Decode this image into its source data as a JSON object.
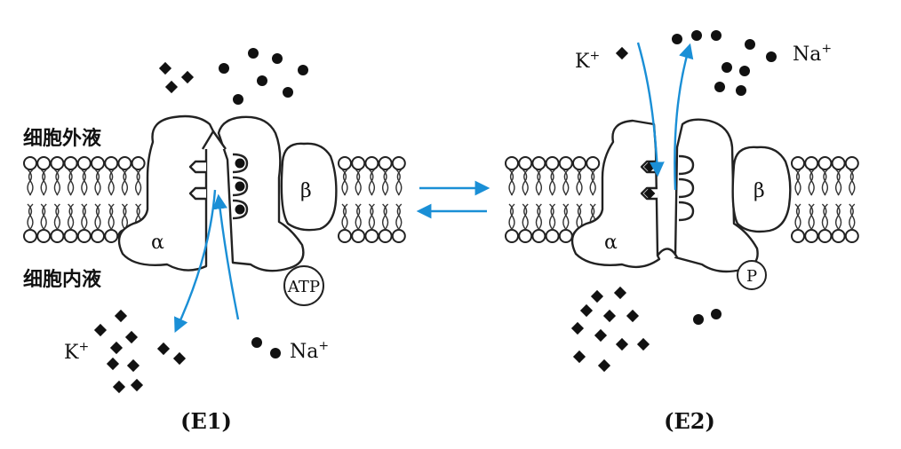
{
  "labels": {
    "extracellular": "细胞外液",
    "intracellular": "细胞内液"
  },
  "ions": {
    "potassium": "K",
    "sodium": "Na",
    "charge": "+"
  },
  "subunits": {
    "alpha": "α",
    "beta": "β"
  },
  "panels": {
    "e1": {
      "caption": "(E1)",
      "phosphate_carrier": "ATP"
    },
    "e2": {
      "caption": "(E2)",
      "phosphate_carrier": "P"
    }
  },
  "colors": {
    "arrow": "#1a8fd6",
    "ink": "#111111"
  }
}
